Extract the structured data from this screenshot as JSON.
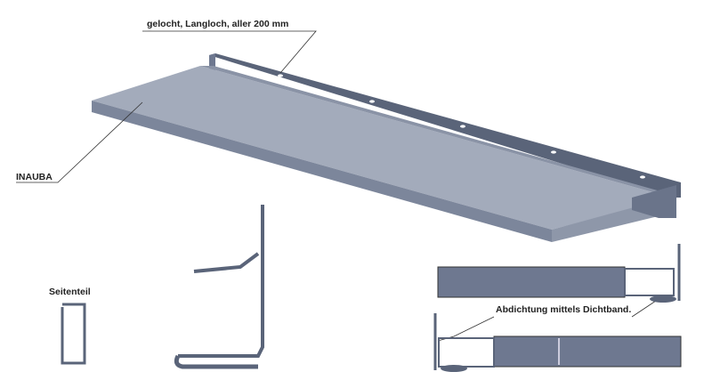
{
  "labels": {
    "holes": "gelocht, Langloch, aller 200 mm",
    "product": "INAUBA",
    "side_part": "Seitenteil",
    "sealing": "Abdichtung mittels Dichtband."
  },
  "colors": {
    "profile_top": "#a3abbb",
    "profile_edge": "#6e7890",
    "profile_dark": "#4e586e",
    "line": "#333333"
  }
}
